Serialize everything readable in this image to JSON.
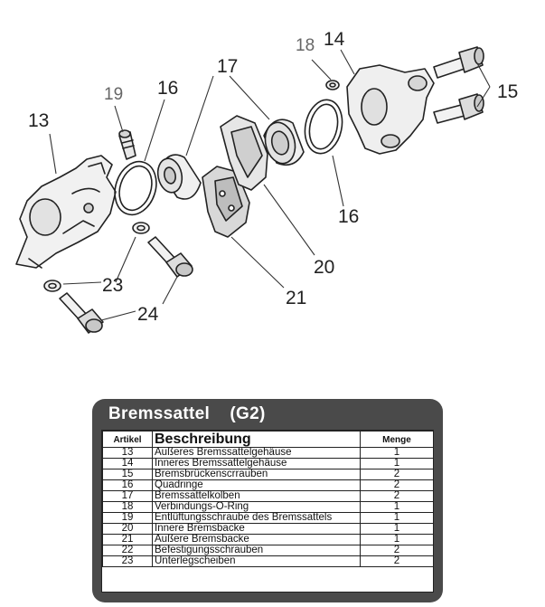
{
  "callouts": {
    "c13": "13",
    "c14": "14",
    "c15": "15",
    "c16a": "16",
    "c16b": "16",
    "c17": "17",
    "c18": "18",
    "c19": "19",
    "c20": "20",
    "c21": "21",
    "c23": "23",
    "c24": "24"
  },
  "table": {
    "title": "Bremssattel    (G2)",
    "headers": {
      "artikel": "Artikel",
      "beschreibung": "Beschreibung",
      "menge": "Menge"
    },
    "rows": [
      {
        "artikel": "13",
        "beschreibung": "Äußeres Bremssattelgehäuse",
        "menge": "1"
      },
      {
        "artikel": "14",
        "beschreibung": "Inneres Bremssattelgehäuse",
        "menge": "1"
      },
      {
        "artikel": "15",
        "beschreibung": "Bremsbrückenscrrauben",
        "menge": "2"
      },
      {
        "artikel": "16",
        "beschreibung": "Quadringe",
        "menge": "2"
      },
      {
        "artikel": "17",
        "beschreibung": "Bremssattelkolben",
        "menge": "2"
      },
      {
        "artikel": "18",
        "beschreibung": "Verbindungs-O-Ring",
        "menge": "1"
      },
      {
        "artikel": "19",
        "beschreibung": "Entlüftungsschraube des Bremssattels",
        "menge": "1"
      },
      {
        "artikel": "20",
        "beschreibung": "Innere Bremsbacke",
        "menge": "1"
      },
      {
        "artikel": "21",
        "beschreibung": "Äußere Bremsbacke",
        "menge": "1"
      },
      {
        "artikel": "22",
        "beschreibung": "Befestigungsschrauben",
        "menge": "2"
      },
      {
        "artikel": "23",
        "beschreibung": "Unterlegscheiben",
        "menge": "2"
      }
    ]
  }
}
